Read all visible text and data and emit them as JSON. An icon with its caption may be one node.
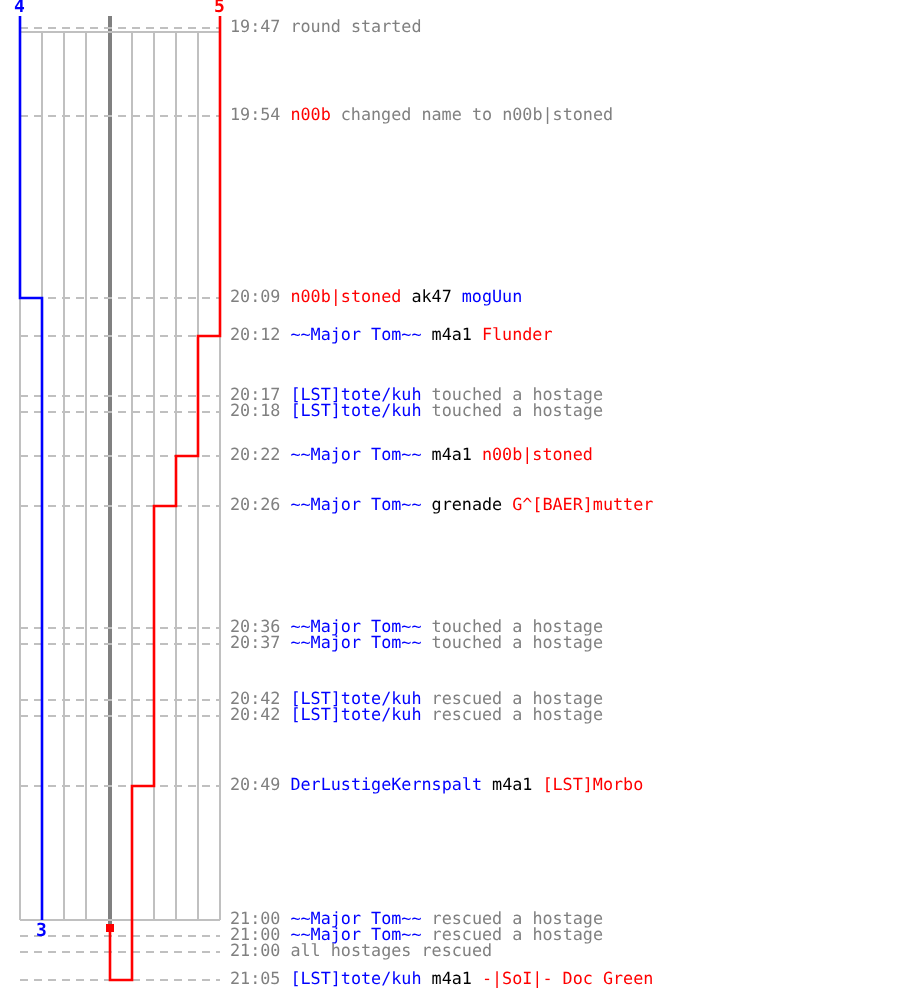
{
  "diagram": {
    "labels": [
      "4",
      "5",
      "19:47",
      "round started",
      "19:54",
      "n00b",
      "changed name to n00b|stoned",
      "20:09",
      "n00b|stoned",
      "ak47",
      "mogUun",
      "20:12",
      "~~Major Tom~~",
      "m4a1",
      "Flunder",
      "20:17",
      "[LST]tote/kuh",
      "touched a hostage",
      "20:18",
      "[LST]tote/kuh",
      "touched a hostage",
      "20:22",
      "~~Major Tom~~",
      "m4a1",
      "n00b|stoned",
      "20:26",
      "~~Major Tom~~",
      "grenade",
      "G^[BAER]mutter",
      "20:36",
      "~~Major Tom~~",
      "touched a hostage",
      "20:37",
      "~~Major Tom~~",
      "touched a hostage",
      "20:42",
      "[LST]tote/kuh",
      "rescued a hostage",
      "20:42",
      "[LST]tote/kuh",
      "rescued a hostage",
      "20:49",
      "DerLustigeKernspalt",
      "m4a1",
      "[LST]Morbo",
      "21:00",
      "~~Major Tom~~",
      "rescued a hostage",
      "21:00",
      "~~Major Tom~~",
      "rescued a hostage",
      "21:00",
      "all hostages rescued",
      "21:05",
      "[LST]tote/kuh",
      "m4a1",
      "-|SoI|- Doc Green",
      "3"
    ]
  }
}
